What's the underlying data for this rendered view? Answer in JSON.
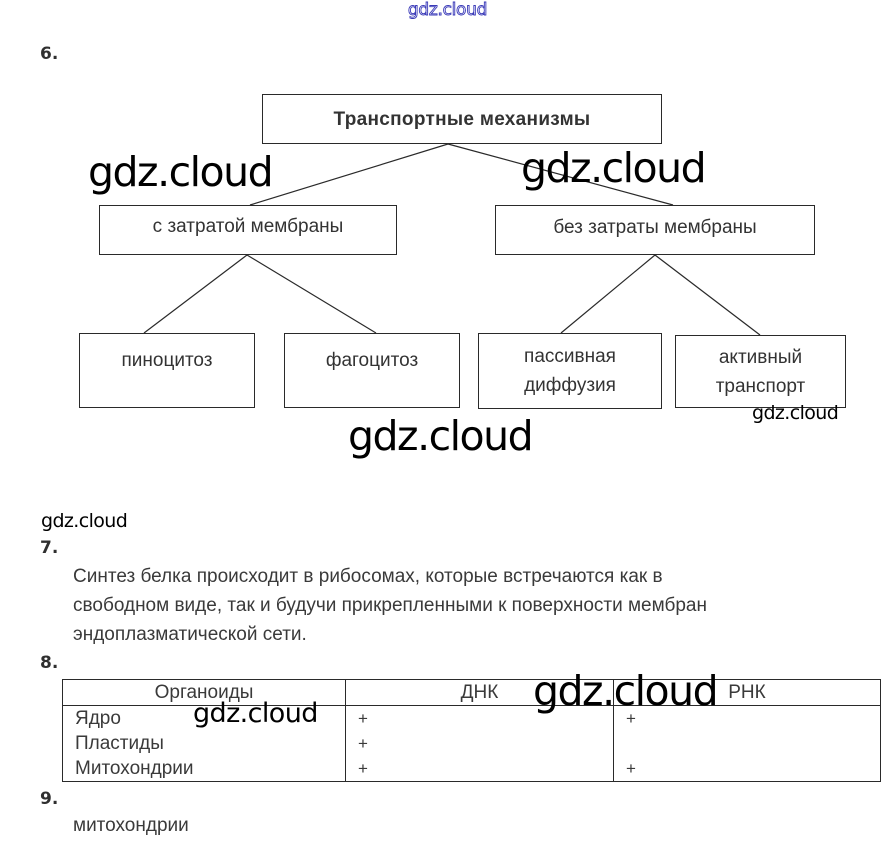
{
  "watermark_header": "gdz.cloud",
  "watermarks": {
    "w1": "gdz.cloud",
    "w2": "gdz.cloud",
    "w3": "gdz.cloud",
    "w4": "gdz.cloud",
    "w5": "gdz.cloud",
    "w6": "gdz.cloud",
    "w7": "gdz.cloud"
  },
  "q6": {
    "number": "6.",
    "diagram": {
      "root": "Транспортные механизмы",
      "left_branch": {
        "label": "с затратой мембраны",
        "children": [
          "пиноцитоз",
          "фагоцитоз"
        ]
      },
      "right_branch": {
        "label": "без затраты мембраны",
        "children": [
          {
            "line1": "пассивная",
            "line2": "диффузия"
          },
          {
            "line1": "активный",
            "line2": "транспорт"
          }
        ]
      }
    }
  },
  "q7": {
    "number": "7.",
    "lines": [
      "Синтез белка происходит в рибосомах, которые встречаются как в",
      "свободном виде, так и будучи прикрепленными к поверхности мембран",
      "эндоплазматической сети."
    ]
  },
  "q8": {
    "number": "8.",
    "table": {
      "headers": [
        "Органоиды",
        "ДНК",
        "РНК"
      ],
      "rows": [
        {
          "organoid": "Ядро",
          "dna": "+",
          "rna": "+"
        },
        {
          "organoid": "Пластиды",
          "dna": "+",
          "rna": ""
        },
        {
          "organoid": "Митохондрии",
          "dna": "+",
          "rna": "+"
        }
      ]
    }
  },
  "q9": {
    "number": "9.",
    "answer": "митохондрии"
  }
}
